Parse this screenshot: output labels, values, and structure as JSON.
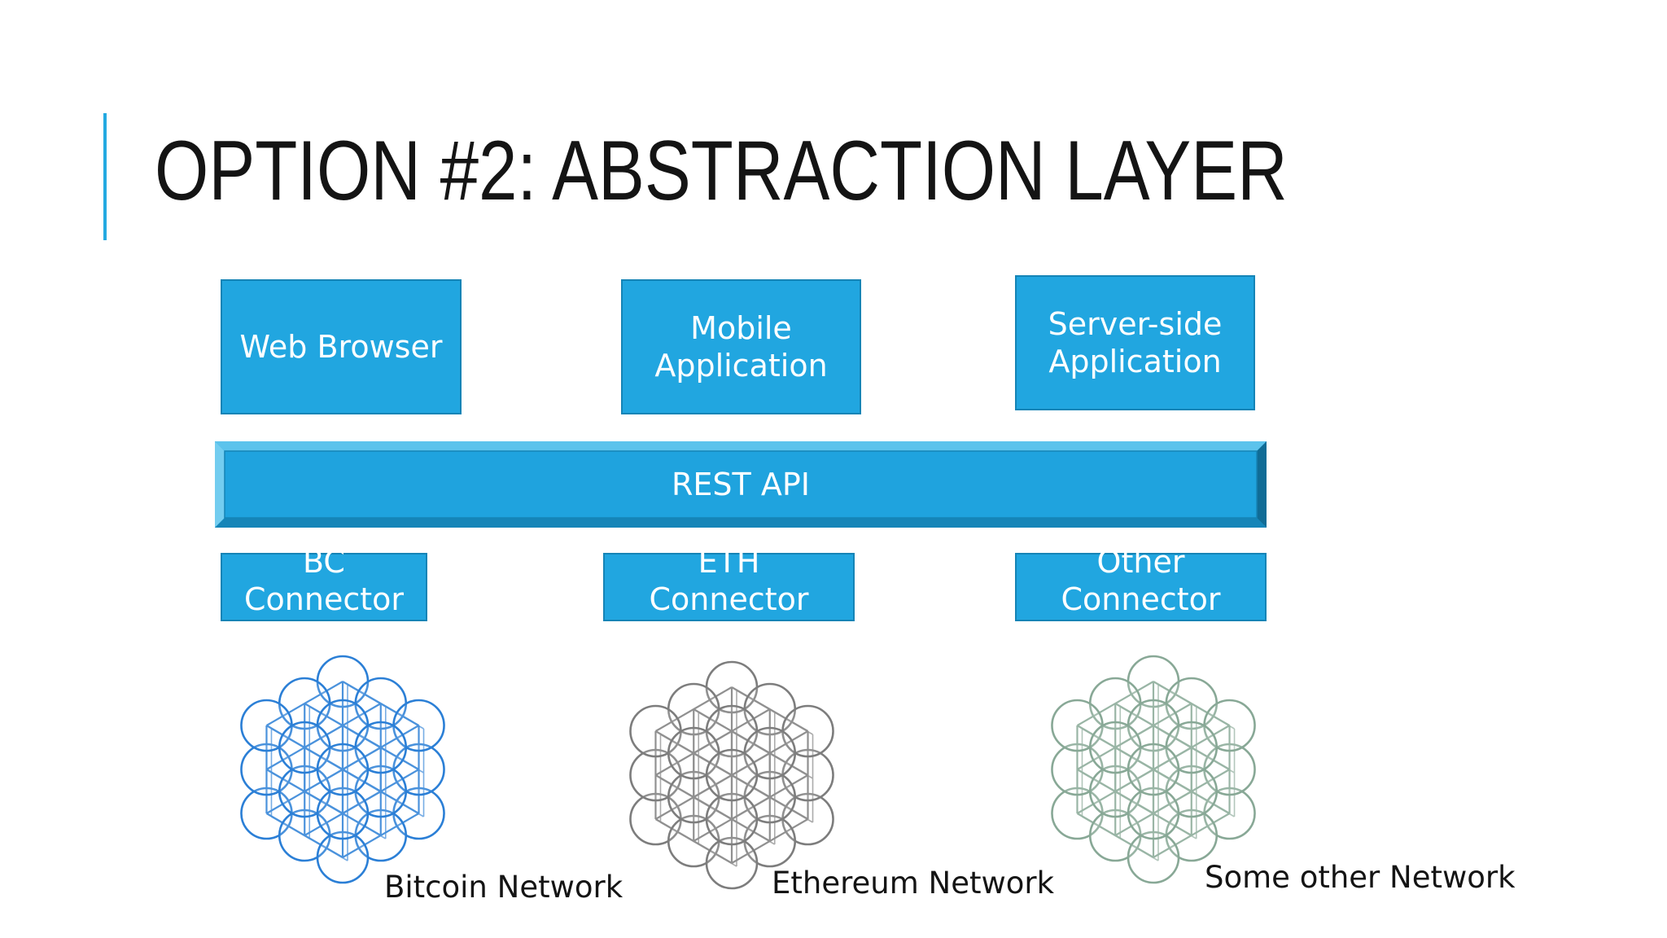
{
  "slide": {
    "title": "OPTION #2: ABSTRACTION LAYER",
    "accent_color": "#23a9e1"
  },
  "clients": [
    {
      "label": "Web Browser"
    },
    {
      "label": "Mobile\nApplication"
    },
    {
      "label": "Server-side\nApplication"
    }
  ],
  "api_layer": {
    "label": "REST API"
  },
  "connectors": [
    {
      "label": "BC\nConnector"
    },
    {
      "label": "ETH\nConnector"
    },
    {
      "label": "Other\nConnector"
    }
  ],
  "networks": [
    {
      "label": "Bitcoin Network",
      "color": "#2b7fd6",
      "icon": "network-cube-icon"
    },
    {
      "label": "Ethereum Network",
      "color": "#7d7d7d",
      "icon": "network-cube-icon"
    },
    {
      "label": "Some other Network",
      "color": "#88a896",
      "icon": "network-cube-icon"
    }
  ],
  "colors": {
    "box_fill": "#21a6e0",
    "box_border": "#1584b6"
  }
}
